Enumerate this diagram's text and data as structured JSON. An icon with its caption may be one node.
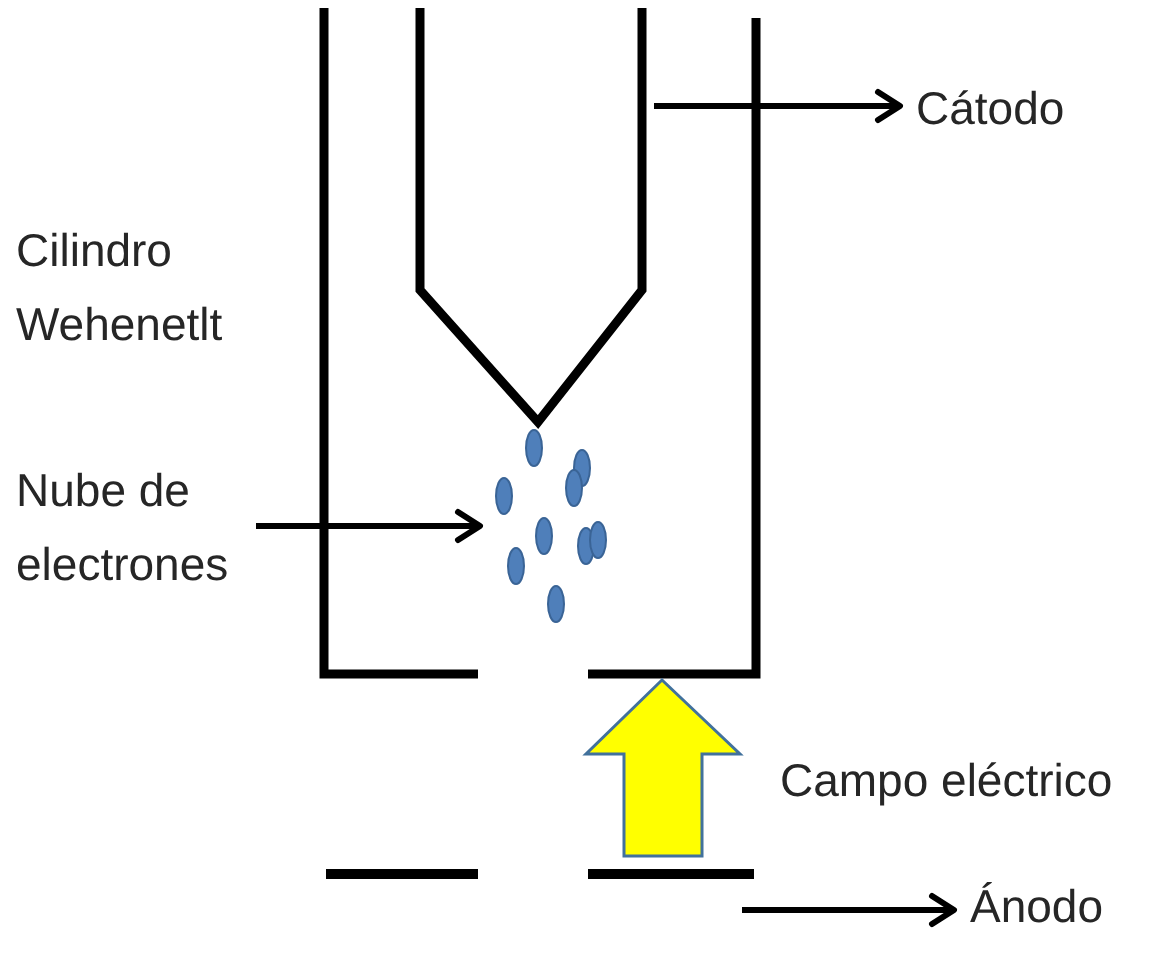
{
  "diagram": {
    "nodes": [
      {
        "text": [],
        "shape": "picture"
      },
      {
        "text": [
          "Cátodo"
        ]
      },
      {
        "text": [
          "Nube de electrones"
        ]
      },
      {
        "text": [],
        "shape": "picture"
      },
      {
        "text": [],
        "shape": "bar"
      },
      {
        "text": [
          "Ánodo"
        ]
      }
    ],
    "edges": [
      {
        "from": 0,
        "to": 1,
        "arrow": "to"
      },
      {
        "from": 2,
        "to": 3,
        "arrow": "to"
      },
      {
        "from": 4,
        "to": 5,
        "arrow": "to"
      }
    ],
    "labels": [
      "Cilindro Wehenetlt",
      "Campo eléctrico"
    ]
  }
}
